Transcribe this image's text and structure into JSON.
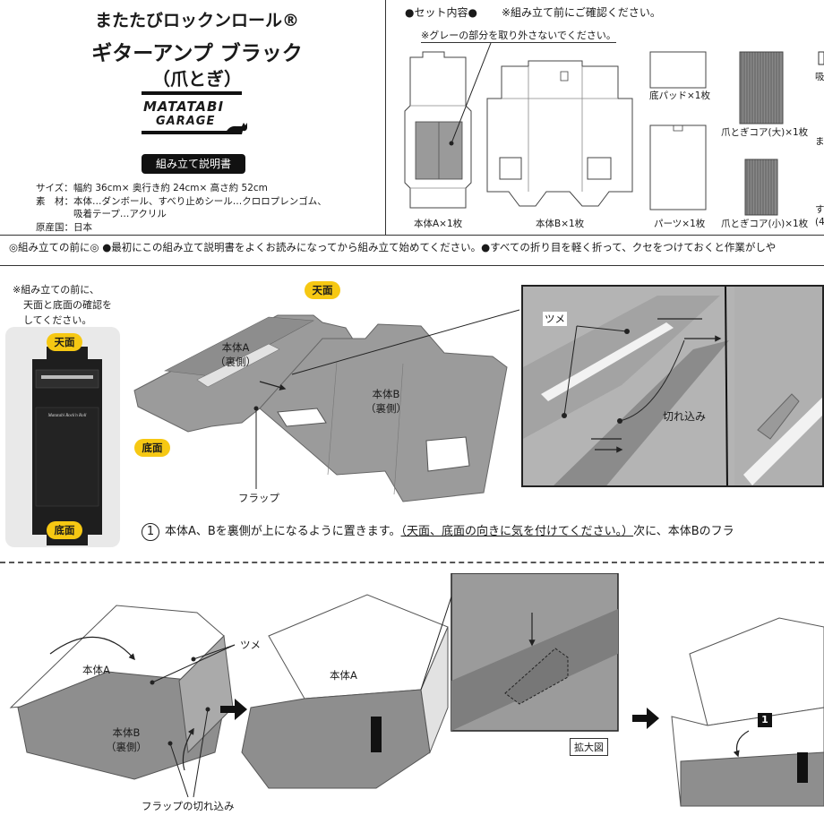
{
  "header": {
    "title_line1": "またたびロックンロール®",
    "title_line2": "ギターアンプ ブラック",
    "title_line3": "（爪とぎ）"
  },
  "logo": {
    "line1": "MATATABI",
    "line2": "GARAGE"
  },
  "badge": "組み立て説明書",
  "specs": [
    {
      "key": "サイズ：",
      "value": "幅約 36cm× 奥行き約 24cm× 高さ約 52cm"
    },
    {
      "key": "素　材：",
      "value": "本体…ダンボール、すべり止めシール…クロロプレンゴム、"
    },
    {
      "key": "",
      "value": "吸着テープ…アクリル"
    },
    {
      "key": "原産国：",
      "value": "日本"
    }
  ],
  "contents": {
    "heading": "●セット内容●",
    "check_note": "※組み立て前にご確認ください。",
    "grey_note": "※グレーの部分を取り外さないでください。",
    "items": {
      "body_a": "本体A×1枚",
      "body_b": "本体B×1枚",
      "bottom_pad": "底パッド×1枚",
      "parts": "パーツ×1枚",
      "core_large": "爪とぎコア(大)×1枚",
      "core_small": "爪とぎコア(小)×1枚"
    },
    "cut_off_1": "吸",
    "cut_off_2": "ま",
    "cut_off_3": "す",
    "cut_off_4": "(4"
  },
  "instruction_line": "◎組み立ての前に◎ ●最初にこの組み立て説明書をよくお読みになってから組み立て始めてください。●すべての折り目を軽く折って、クセをつけておくと作業がしや",
  "section1": {
    "side_note": [
      "※組み立ての前に、",
      "天面と底面の確認を",
      "してください。"
    ],
    "top_tag": "天面",
    "bottom_tag": "底面",
    "amp_brand": "Matatabi Rock'n Roll",
    "body_a_label": "本体A",
    "body_a_sub": "（裏側）",
    "body_b_label": "本体B",
    "body_b_sub": "（裏側）",
    "flap_label": "フラップ",
    "tsume_label": "ツメ",
    "cut_label": "切れ込み",
    "step_num": "1",
    "step_text_pre": "本体A、Bを裏側が上になるように置きます。",
    "step_text_u": "（天面、底面の向きに気を付けてください。）",
    "step_text_post": "次に、本体Bのフラ"
  },
  "section2": {
    "tsume_label": "ツメ",
    "body_a_label": "本体A",
    "body_b_label": "本体B",
    "body_b_sub": "（裏側）",
    "flap_cut_label": "フラップの切れ込み",
    "body_a_label2": "本体A",
    "zoom_label": "拡大図",
    "callout_num": "1"
  },
  "colors": {
    "grey_panel": "#9a9a9a",
    "dark_grey": "#7d7d7d",
    "tag_yellow": "#f6c813",
    "amp_black": "#1e1e1e"
  }
}
